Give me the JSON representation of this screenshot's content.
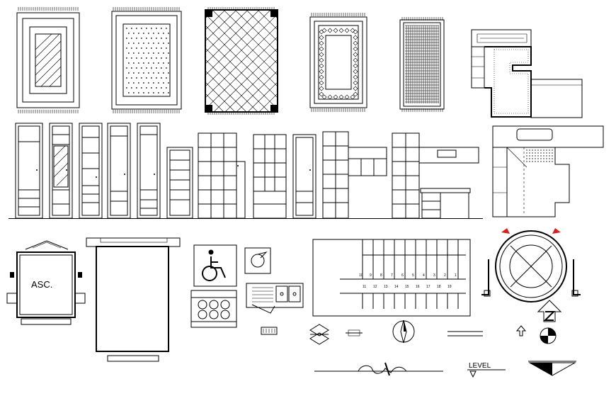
{
  "drawing": {
    "elevator_label": "ASC.",
    "level_label": "LEVEL",
    "stair_numbers_upper": [
      "10",
      "9",
      "8",
      "7",
      "6",
      "5",
      "4",
      "3",
      "2",
      "1"
    ],
    "stair_numbers_lower": [
      "11",
      "12",
      "13",
      "14",
      "15",
      "16",
      "17",
      "18",
      "19"
    ]
  },
  "colors": {
    "ink": "#000000",
    "paper": "#ffffff",
    "accent": "#d62020"
  },
  "symbols": [
    "rug-icon",
    "wardrobe-icon",
    "bookshelf-icon",
    "elevator-icon",
    "bed-icon",
    "accessible-icon",
    "stove-icon",
    "sink-icon",
    "staircase-icon",
    "revolving-door-icon",
    "north-arrow-icon",
    "section-mark-icon",
    "level-mark-icon"
  ]
}
